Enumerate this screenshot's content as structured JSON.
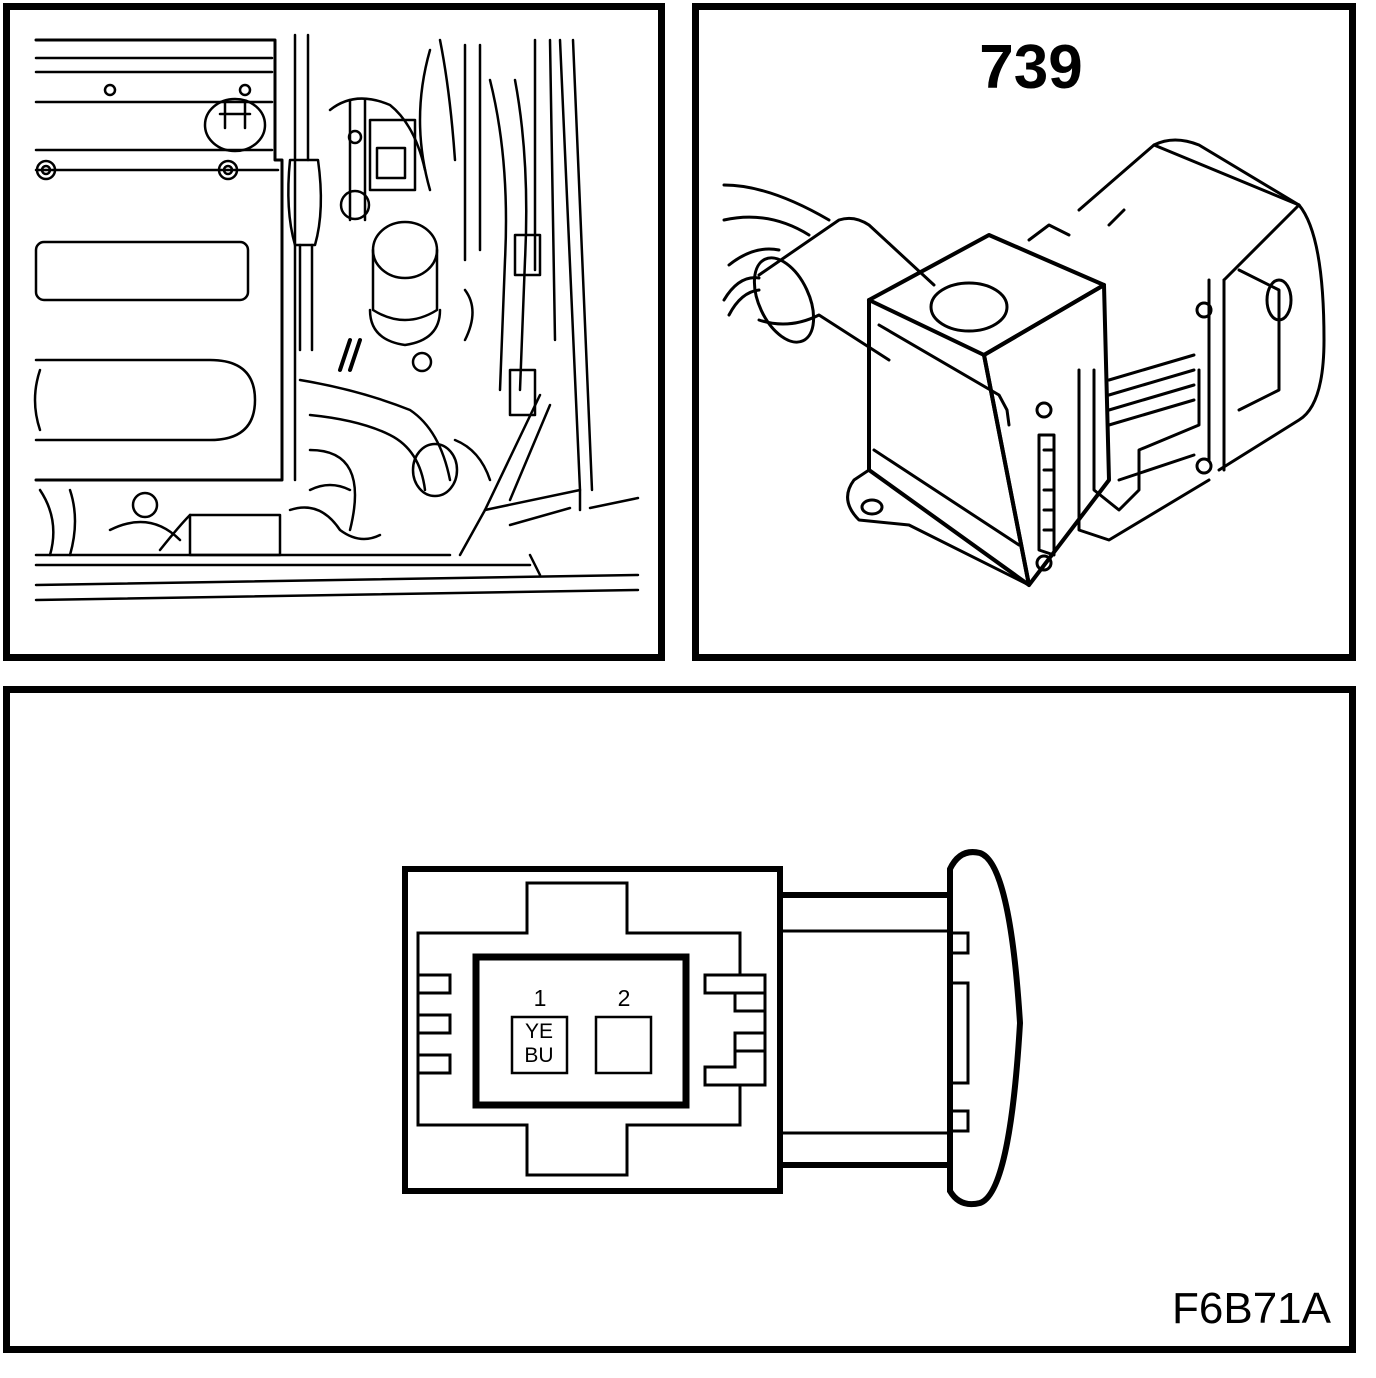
{
  "connector": {
    "number": "739"
  },
  "pinout": {
    "pins": [
      {
        "number": "1",
        "wire_colors": [
          "YE",
          "BU"
        ]
      },
      {
        "number": "2",
        "wire_colors": []
      }
    ]
  },
  "figure_code": "F6B71A",
  "colors": {
    "line": "#000000",
    "background": "#ffffff"
  }
}
